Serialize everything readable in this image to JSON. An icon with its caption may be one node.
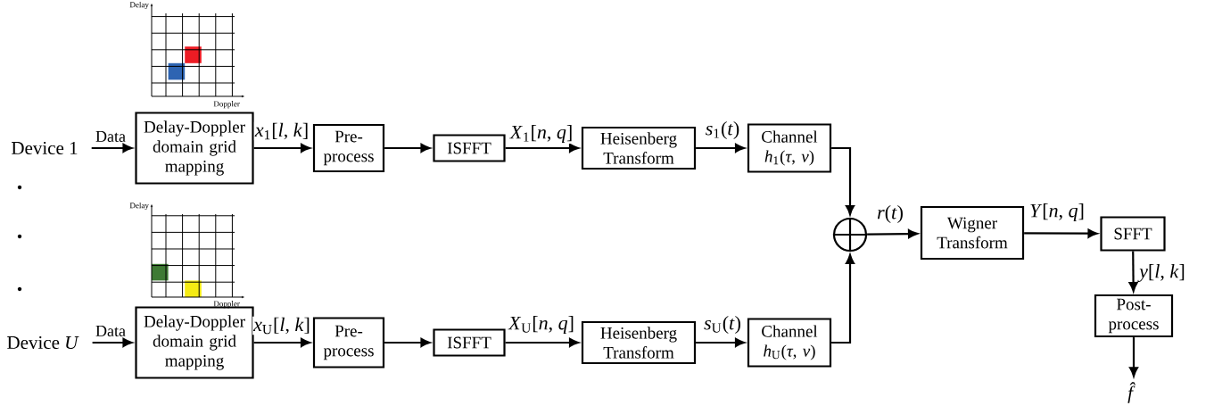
{
  "diagram": {
    "nodes": [
      {
        "text": [
          "Device 1"
        ]
      },
      {
        "text": [
          "Delay-Doppler domain grid mapping"
        ]
      },
      {
        "text": [
          "Pre- process"
        ]
      },
      {
        "text": [
          "ISFFT"
        ]
      },
      {
        "text": [
          "Heisenberg Transform"
        ]
      },
      {
        "text": [
          "Channel",
          "*h*$_{1}$(*τ*, *ν*)"
        ]
      },
      {
        "text": [
          "Device *U*"
        ]
      },
      {
        "text": [
          "Delay-Doppler domain grid mapping"
        ]
      },
      {
        "text": [
          "Pre- process"
        ]
      },
      {
        "text": [
          "ISFFT"
        ]
      },
      {
        "text": [
          "Heisenberg Transform"
        ]
      },
      {
        "text": [
          "Channel",
          "*h*$_{U}$(*τ*, *ν*)"
        ]
      },
      {
        "text": [],
        "shape": "circle"
      },
      {
        "text": [
          "Wigner Transform"
        ]
      },
      {
        "text": [
          "SFFT"
        ]
      },
      {
        "text": [
          "Post- process"
        ]
      },
      {
        "text": [
          "*f̂*"
        ]
      }
    ],
    "edges": [
      {
        "from": 0,
        "to": 1,
        "arrow": "to",
        "label": "Data"
      },
      {
        "from": 1,
        "to": 2,
        "arrow": "to",
        "label": "*x*$_{1}$[*l*, *k*]"
      },
      {
        "from": 2,
        "to": 3,
        "arrow": "to"
      },
      {
        "from": 3,
        "to": 4,
        "arrow": "to",
        "label": "*X*$_{1}$[*n*, *q*]"
      },
      {
        "from": 4,
        "to": 5,
        "arrow": "to",
        "label": "*s*$_{1}$(*t*)"
      },
      {
        "from": 5,
        "to": 12,
        "arrow": "to"
      },
      {
        "from": 6,
        "to": 7,
        "arrow": "to",
        "label": "Data"
      },
      {
        "from": 7,
        "to": 8,
        "arrow": "to",
        "label": "*x*$_{U}$[*l*, *k*]"
      },
      {
        "from": 8,
        "to": 9,
        "arrow": "to"
      },
      {
        "from": 9,
        "to": 10,
        "arrow": "to",
        "label": "*X*$_{U}$[*n*, *q*]"
      },
      {
        "from": 10,
        "to": 11,
        "arrow": "to",
        "label": "*s*$_{U}$(*t*)"
      },
      {
        "from": 11,
        "to": 12,
        "arrow": "to"
      },
      {
        "from": 12,
        "to": 13,
        "arrow": "to",
        "label": "*r*(*t*)"
      },
      {
        "from": 13,
        "to": 14,
        "arrow": "to",
        "label": "*Y*[*n*, *q*]"
      },
      {
        "from": 14,
        "to": 15,
        "arrow": "to",
        "label": "*y*[*l*, *k*]"
      },
      {
        "from": 15,
        "to": 16,
        "arrow": "to"
      }
    ],
    "labels": [
      "Delay",
      "Doppler",
      "Delay",
      "Doppler"
    ]
  }
}
